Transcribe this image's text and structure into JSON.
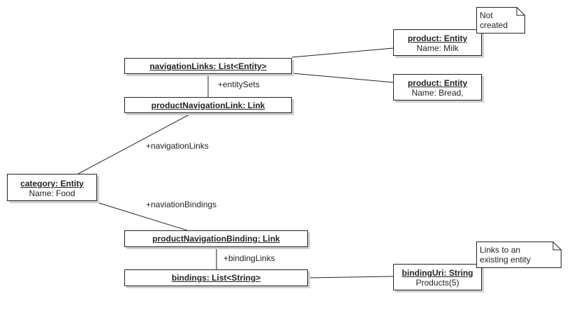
{
  "objects": {
    "navigation_links": {
      "title": "navigationLinks: List<Entity>"
    },
    "product_navigation_link": {
      "title": "productNavigationLink: Link"
    },
    "product_milk": {
      "title": "product: Entity",
      "attr": "Name: Milk"
    },
    "product_bread": {
      "title": "product: Entity",
      "attr": "Name:  Bread,"
    },
    "category": {
      "title": "category: Entity",
      "attr": "Name: Food"
    },
    "product_navigation_binding": {
      "title": "productNavigationBinding: Link"
    },
    "bindings": {
      "title": "bindings: List<String>"
    },
    "binding_uri": {
      "title": "bindingUri: String",
      "attr": "Products(5)"
    }
  },
  "edge_labels": {
    "entity_sets": "+entitySets",
    "navigation_links": "+navigationLinks",
    "navigation_bindings": "+naviationBindings",
    "binding_links": "+bindingLinks"
  },
  "notes": {
    "not_created": {
      "line1": "Not",
      "line2": "created"
    },
    "links_to_entity": {
      "line1": "Links to an",
      "line2": "existing entity"
    }
  }
}
